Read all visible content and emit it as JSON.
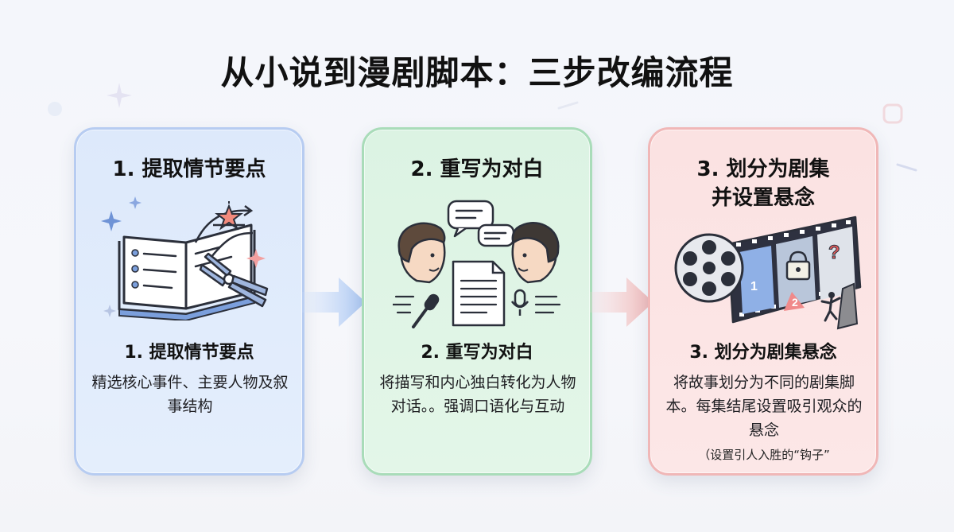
{
  "title": "从小说到漫剧脚本：三步改编流程",
  "steps": [
    {
      "heading": "1. 提取情节要点",
      "subheading": "1. 提取情节要点",
      "description": "精选核心事件、主要人物及叙事结构",
      "color": "#b7ccf1"
    },
    {
      "heading": "2. 重写为对白",
      "subheading": "2. 重写为对白",
      "description": "将描写和内心独白转化为人物对话。。强调口语化与互动",
      "color": "#a9dcb9"
    },
    {
      "heading_line1": "3. 划分为剧集",
      "heading_line2": "并设置悬念",
      "subheading": "3. 划分为剧集悬念",
      "description": "将故事划分为不同的剧集脚本。每集结尾设置吸引观众的悬念",
      "note": "（设置引人入胜的“钩子”",
      "film_labels": [
        "1",
        "2"
      ],
      "color": "#f0b7b7"
    }
  ],
  "icons": [
    "open-book-icon",
    "pliers-icon",
    "star-icon",
    "speech-bubble-icon",
    "person-icon",
    "document-icon",
    "microphone-icon",
    "film-reel-icon",
    "lock-icon",
    "question-mark-icon",
    "climber-icon",
    "arrow-right-icon"
  ]
}
